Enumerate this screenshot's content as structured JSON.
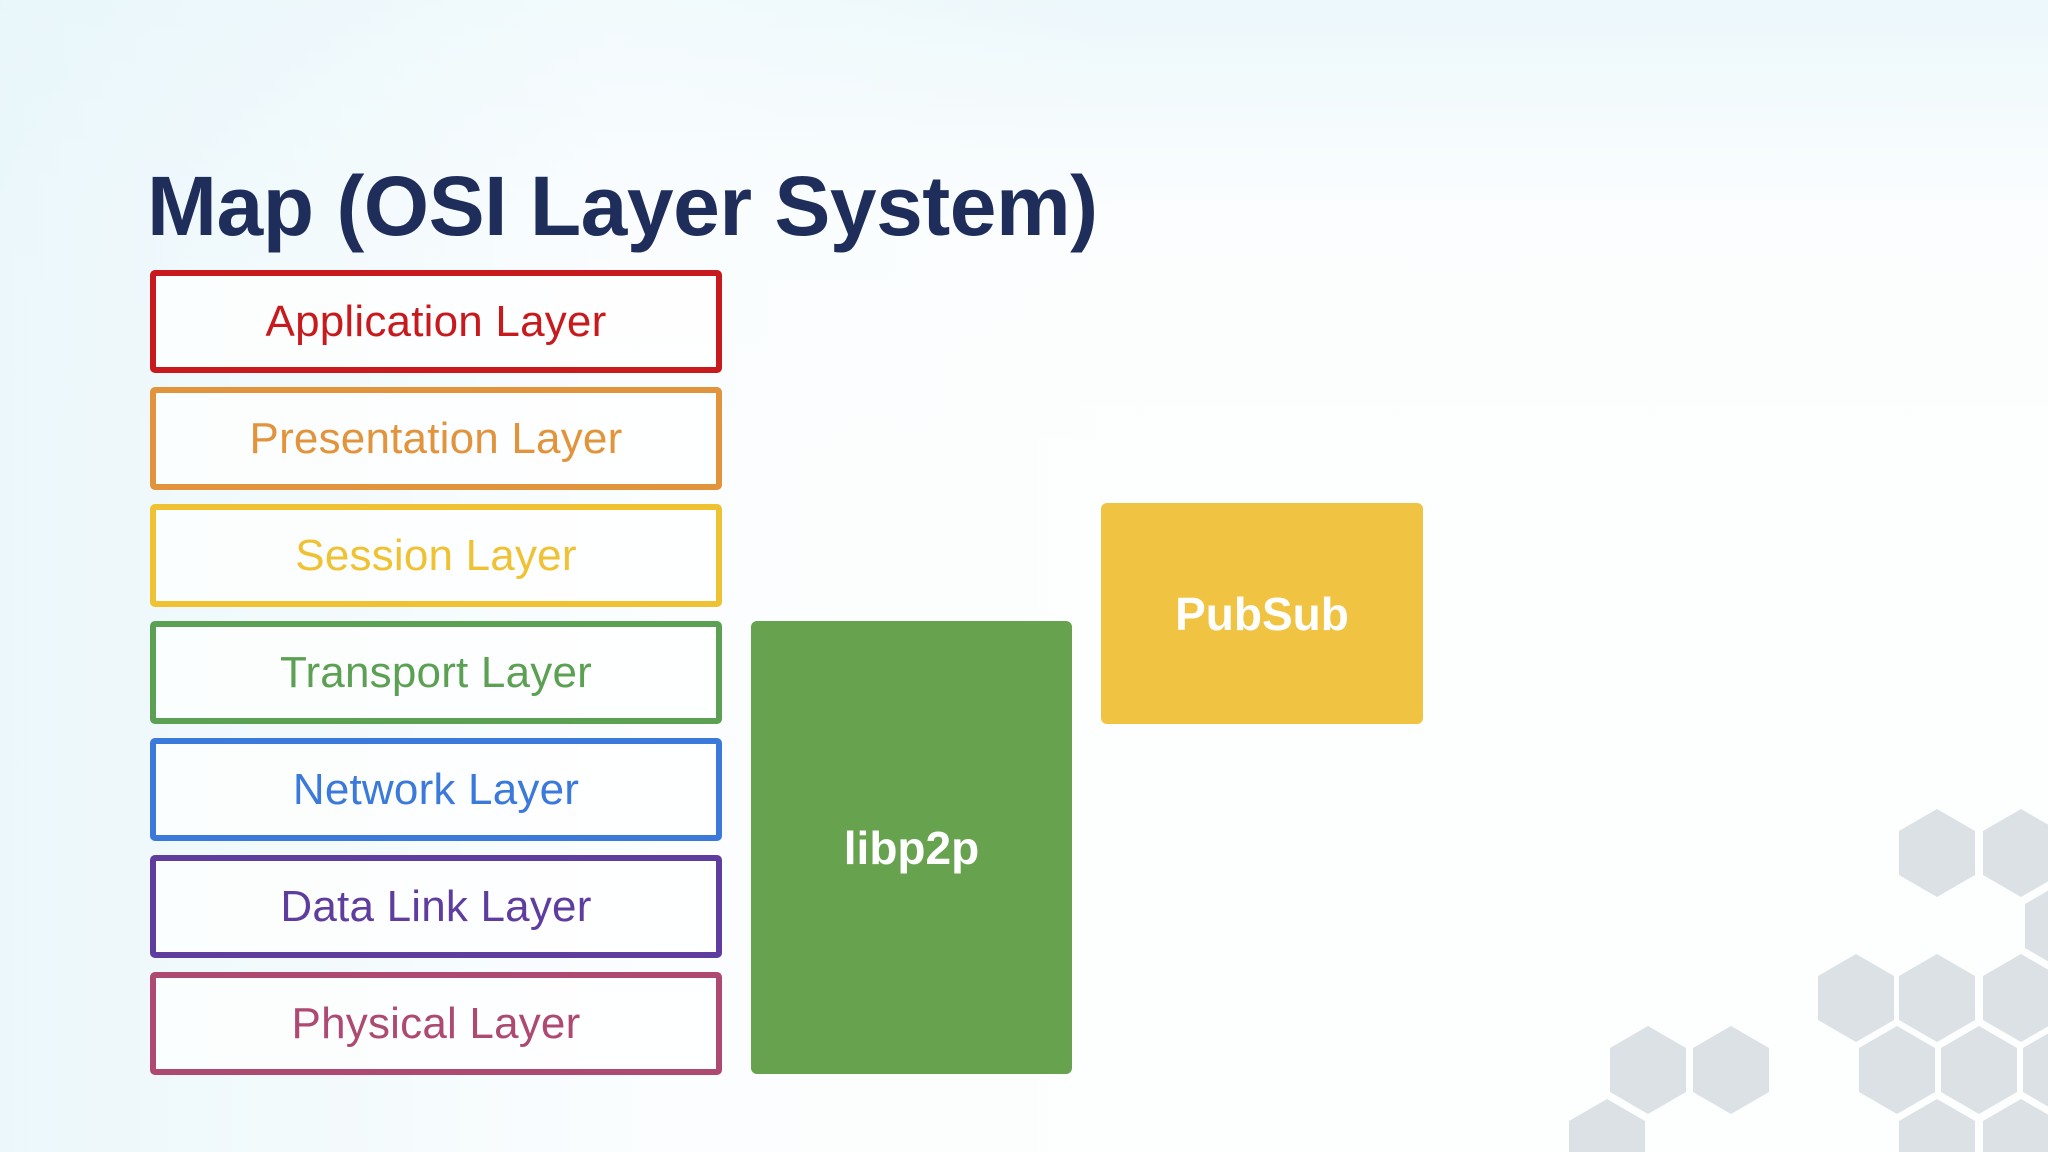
{
  "slide": {
    "title": "Map (OSI Layer System)",
    "colors": {
      "title": "#1f2d5b",
      "background_tint": "#eaf6fa",
      "hexagon": "#dce1e6"
    },
    "osi_layers": [
      {
        "label": "Application Layer",
        "color": "#c8191d"
      },
      {
        "label": "Presentation Layer",
        "color": "#e2943c"
      },
      {
        "label": "Session Layer",
        "color": "#efc233"
      },
      {
        "label": "Transport Layer",
        "color": "#5ca153"
      },
      {
        "label": "Network Layer",
        "color": "#3b79da"
      },
      {
        "label": "Data Link Layer",
        "color": "#5f3d9f"
      },
      {
        "label": "Physical Layer",
        "color": "#ae4a72"
      }
    ],
    "overlays": {
      "libp2p": {
        "label": "libp2p",
        "color": "#67a24f"
      },
      "pubsub": {
        "label": "PubSub",
        "color": "#f0c342"
      }
    }
  }
}
